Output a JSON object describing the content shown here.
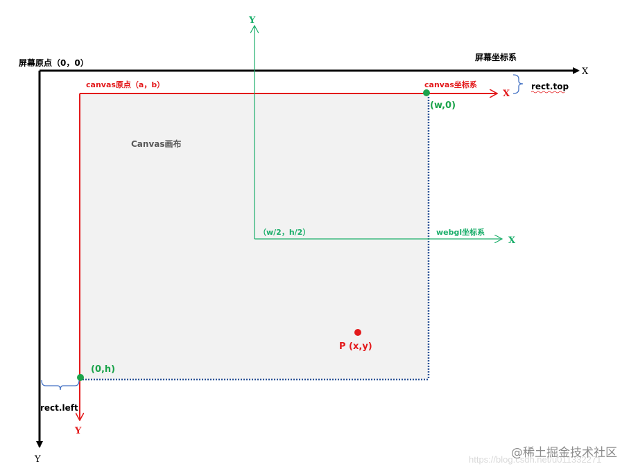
{
  "labels": {
    "screen_origin": "屏幕原点（0，0）",
    "screen_coord": "屏幕坐标系",
    "screen_x": "X",
    "screen_y": "Y",
    "canvas_origin": "canvas原点（a，b）",
    "canvas_coord": "canvas坐标系",
    "canvas_x": "X",
    "canvas_y": "Y",
    "rect_top": "rect.top",
    "rect_left": "rect.left",
    "canvas_title": "Canvas画布",
    "webgl_center": "（w/2，h/2）",
    "webgl_coord": "webgl坐标系",
    "webgl_x": "X",
    "webgl_y": "Y",
    "point_w0": "(w,0)",
    "point_0h": "(0,h)",
    "point_p": "P (x,y)",
    "watermark": "@稀土掘金技术社区",
    "watermark_url": "https://blog.csdn.net/u011332271"
  },
  "colors": {
    "screen_axis": "#000000",
    "canvas_axis": "#e31a1c",
    "webgl_axis": "#1aae6a",
    "canvas_fill": "#f2f2f2",
    "canvas_border": "#2f5597",
    "point_green": "#1aa34a",
    "point_red": "#e31a1c"
  }
}
